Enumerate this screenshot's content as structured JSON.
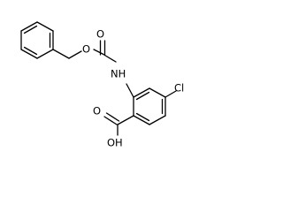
{
  "atoms": {
    "carbonyl_oxygen": "O",
    "ester_oxygen": "O",
    "amine": "NH",
    "chlorine": "Cl",
    "carboxyl_oxygen": "O",
    "hydroxyl": "OH"
  }
}
